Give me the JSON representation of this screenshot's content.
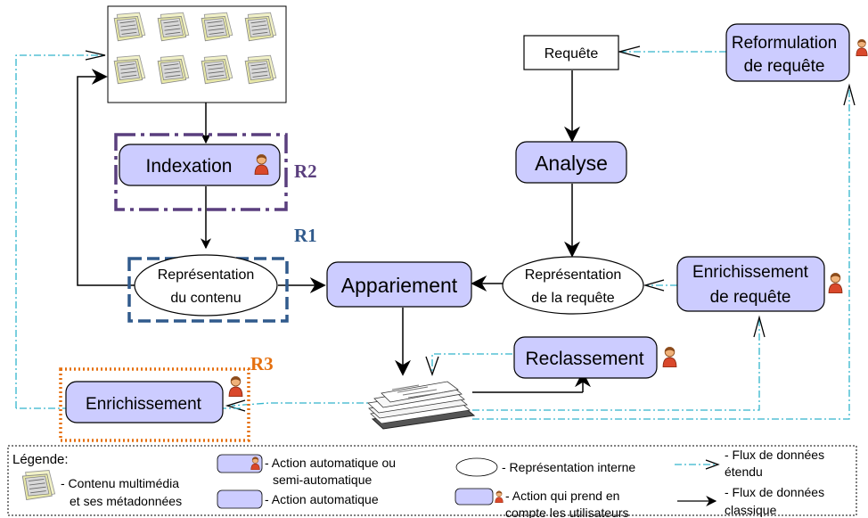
{
  "nodes": {
    "indexation": "Indexation",
    "representation_contenu": [
      "Représentation",
      "du contenu"
    ],
    "appariement": "Appariement",
    "requete": "Requête",
    "analyse": "Analyse",
    "representation_requete": [
      "Représentation",
      "de la requête"
    ],
    "reformulation": [
      "Reformulation",
      "de requête"
    ],
    "enrichissement_requete": [
      "Enrichissement",
      "de requête"
    ],
    "reclassement": "Reclassement",
    "enrichissement": "Enrichissement"
  },
  "regions": {
    "r1": "R1",
    "r2": "R2",
    "r3": "R3"
  },
  "legend": {
    "title": "Légende:",
    "content": [
      "- Contenu multimédia",
      "et ses métadonnées"
    ],
    "action_auto_semi": [
      "- Action automatique ou",
      "semi-automatique"
    ],
    "action_auto": "- Action automatique",
    "representation_interne": "- Représentation interne",
    "action_users": [
      "- Action qui prend en",
      "compte les utilisateurs"
    ],
    "flux_etendu": [
      "- Flux de données",
      "étendu"
    ],
    "flux_classique": [
      "- Flux de données",
      "classique"
    ]
  },
  "colors": {
    "node_fill": "#ccccff",
    "r1": "#305a8c",
    "r2": "#5a3f7e",
    "r3": "#e5700f",
    "extended_flow": "#33b5cc"
  }
}
